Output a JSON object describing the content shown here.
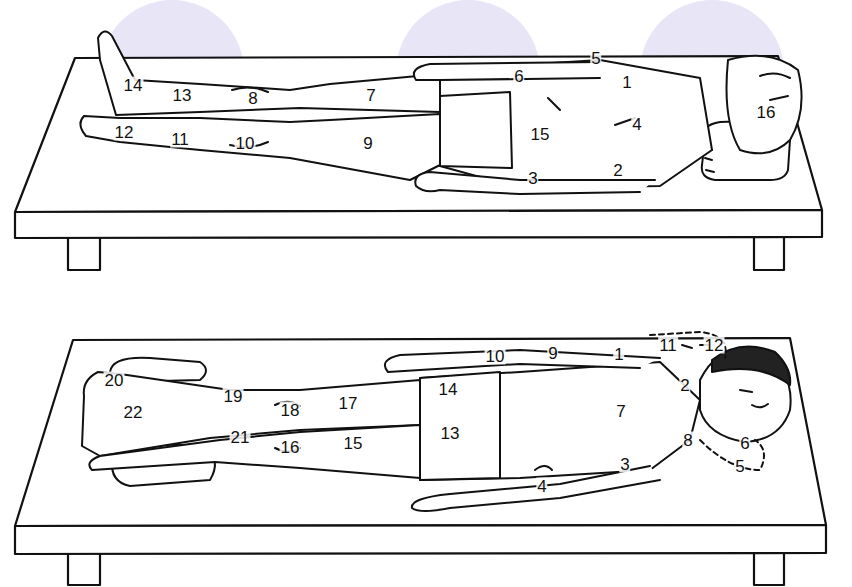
{
  "diagram": {
    "labels": [
      "1",
      "2",
      "3",
      "4",
      "5",
      "6",
      "7",
      "8",
      "9",
      "10",
      "11",
      "12",
      "13",
      "14",
      "15",
      "16",
      "1",
      "2",
      "3",
      "4",
      "5",
      "6",
      "7",
      "8",
      "9",
      "10",
      "11",
      "12",
      "13",
      "14",
      "15",
      "16",
      "17",
      "18",
      "19",
      "20",
      "21",
      "22"
    ]
  }
}
